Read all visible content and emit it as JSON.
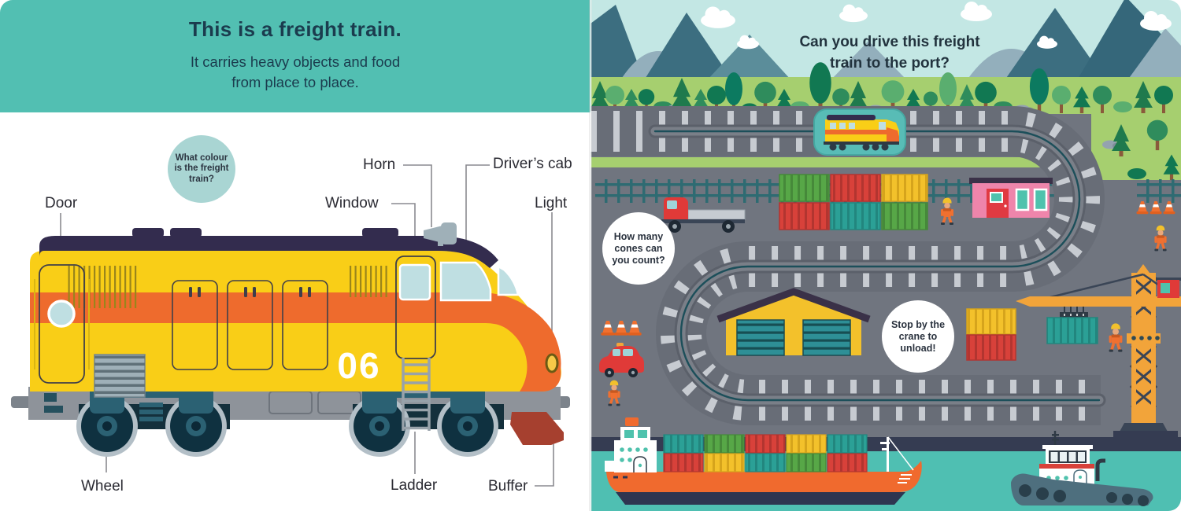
{
  "page_left": {
    "header": {
      "title": "This is a freight train.",
      "subtitle_line1": "It carries heavy objects and food",
      "subtitle_line2": "from place to place."
    },
    "question_bubble_text": "What colour is the freight train?",
    "train": {
      "number": "06"
    },
    "part_labels": {
      "door": "Door",
      "horn": "Horn",
      "window": "Window",
      "drivers_cab": "Driver’s cab",
      "light": "Light",
      "wheel": "Wheel",
      "ladder": "Ladder",
      "buffer": "Buffer"
    }
  },
  "page_right": {
    "prompt": {
      "line1": "Can you drive this freight",
      "line2": "train to the port?"
    },
    "speech_bubbles": {
      "cones": "How many cones can you count?",
      "crane": "Stop by the crane to unload!"
    }
  },
  "palette": {
    "header_teal": "#52BFB2",
    "question_circle_teal": "#A9D5D3",
    "ink_dark": "#1B3C4E",
    "train_yellow": "#F9CE17",
    "train_orange": "#EE6B2D",
    "train_roof_navy": "#332C4E",
    "chassis_gray": "#8E939A",
    "bogie_teal": "#2B6173",
    "buffer_red": "#A6402F",
    "sky": "#C3E7E4",
    "grass": "#A6CF6F",
    "port_gray": "#70757F",
    "water_teal": "#4FBFB2",
    "slot_teal": "#58BCB6",
    "container_red": "#D8413A",
    "container_teal": "#2BA096",
    "container_yellow": "#F3C12B",
    "container_green": "#57A747",
    "crane_orange": "#F2A43A",
    "building_pink": "#EE85AB",
    "dock_navy": "#353C52"
  }
}
